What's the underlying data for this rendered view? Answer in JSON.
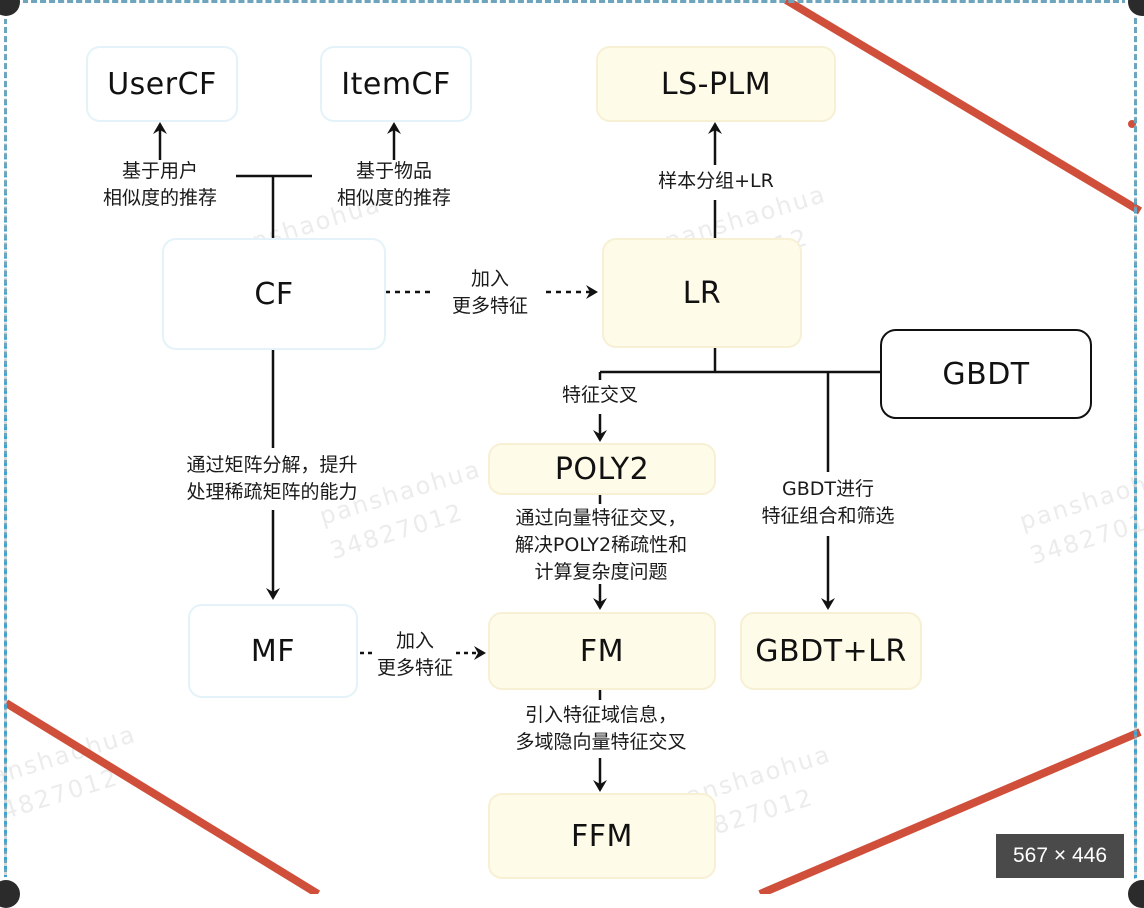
{
  "diagram": {
    "type": "flowchart",
    "title": "",
    "nodes": {
      "usercf": "UserCF",
      "itemcf": "ItemCF",
      "cf": "CF",
      "mf": "MF",
      "lsplm": "LS-PLM",
      "lr": "LR",
      "gbdt": "GBDT",
      "poly2": "POLY2",
      "fm": "FM",
      "gbdt_lr": "GBDT+LR",
      "ffm": "FFM"
    },
    "edges": {
      "cf_usercf": [
        "基于用户",
        "相似度的推荐"
      ],
      "cf_itemcf": [
        "基于物品",
        "相似度的推荐"
      ],
      "cf_lr": [
        "加入",
        "更多特征"
      ],
      "cf_mf": [
        "通过矩阵分解，提升",
        "处理稀疏矩阵的能力"
      ],
      "mf_fm": [
        "加入",
        "更多特征"
      ],
      "lr_lsplm": [
        "样本分组+LR"
      ],
      "lr_poly2": [
        "特征交叉"
      ],
      "poly2_fm": [
        "通过向量特征交叉，",
        "解决POLY2稀疏性和",
        "计算复杂度问题"
      ],
      "fm_ffm": [
        "引入特征域信息，",
        "多域隐向量特征交叉"
      ],
      "gbdt_gbdtlr": [
        "GBDT进行",
        "特征组合和筛选"
      ]
    },
    "edge_styles": {
      "cf_lr": "dotted",
      "mf_fm": "dotted"
    }
  },
  "watermark": {
    "line1": "panshaohua",
    "line2": "34827012"
  },
  "overlay": {
    "dimensions_badge": "567 × 446"
  },
  "colors": {
    "annotation_red": "#cf4f3b",
    "frame_blue": "#3fa3cf",
    "node_yellow": "#fffbe9",
    "node_blue_border": "#e4f3f9"
  }
}
